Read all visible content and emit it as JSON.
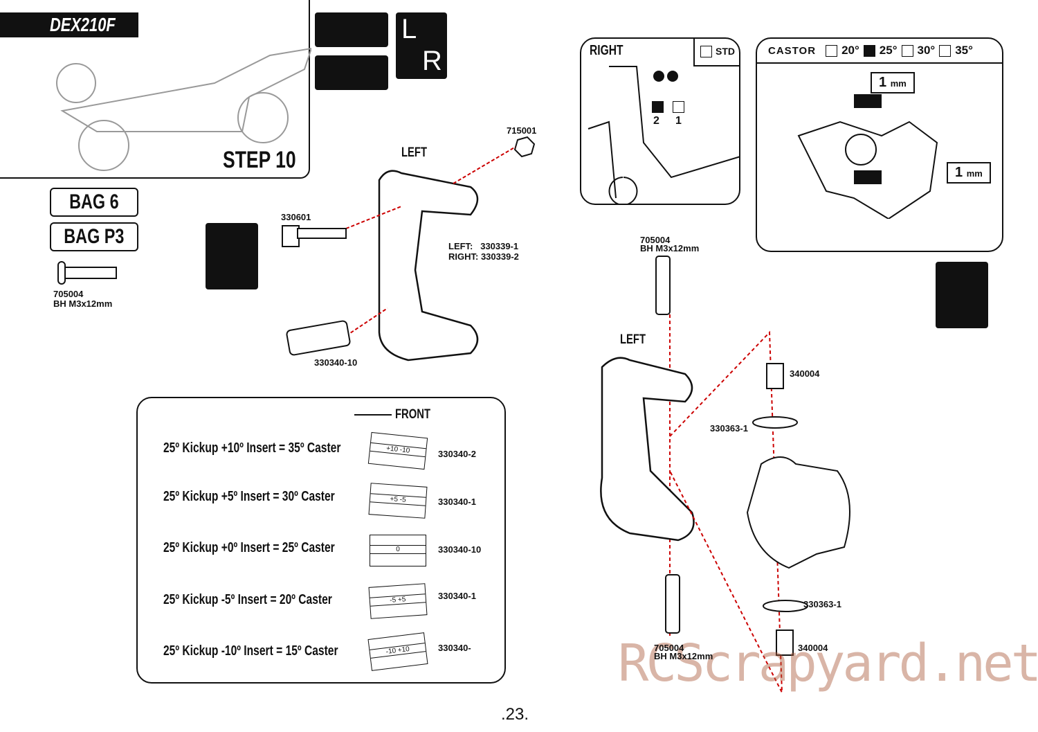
{
  "header": {
    "logo": "DEX210F",
    "step": "STEP 10",
    "side_badge": [
      "L",
      "R"
    ]
  },
  "bags": [
    "BAG 6",
    "BAG P3"
  ],
  "parts_list": {
    "number": "705004",
    "desc": "BH M3x12mm"
  },
  "left_diagram": {
    "label": "LEFT",
    "parts": {
      "nut": "715001",
      "ball": "330601",
      "insert": "330340-10"
    },
    "hub_left": "LEFT:   330339-1",
    "hub_right": "RIGHT: 330339-2"
  },
  "caster_table": {
    "front_label": "FRONT",
    "rows": [
      {
        "text": "25º Kickup +10º Insert = 35º Caster",
        "insert_mark": "+10 -10",
        "part": "330340-2"
      },
      {
        "text": "25º Kickup +5º Insert = 30º Caster",
        "insert_mark": "+5  -5",
        "part": "330340-1"
      },
      {
        "text": "25º Kickup +0º Insert = 25º Caster",
        "insert_mark": "0",
        "part": "330340-10"
      },
      {
        "text": "25º Kickup -5º Insert = 20º Caster",
        "insert_mark": "-5  +5",
        "part": "330340-1"
      },
      {
        "text": "25º Kickup -10º Insert = 15º Caster",
        "insert_mark": "-10 +10",
        "part": "330340-"
      }
    ]
  },
  "right_inset": {
    "label": "RIGHT",
    "std": "STD",
    "positions": [
      "2",
      "1"
    ],
    "selected": "2"
  },
  "castor_inset": {
    "label": "CASTOR",
    "options": [
      {
        "v": "20°",
        "on": false
      },
      {
        "v": "25°",
        "on": true
      },
      {
        "v": "30°",
        "on": false
      },
      {
        "v": "35°",
        "on": false
      }
    ],
    "shim_top": "1",
    "shim_bottom": "1",
    "unit": "mm"
  },
  "right_diagram": {
    "label": "LEFT",
    "screw_top": {
      "number": "705004",
      "desc": "BH M3x12mm"
    },
    "screw_bottom": {
      "number": "705004",
      "desc": "BH M3x12mm"
    },
    "bushing_top": "340004",
    "washer_top": "330363-1",
    "washer_bottom": "330363-1",
    "bushing_bottom": "340004"
  },
  "watermark": "RCScrapyard.net",
  "page_number": ".23."
}
